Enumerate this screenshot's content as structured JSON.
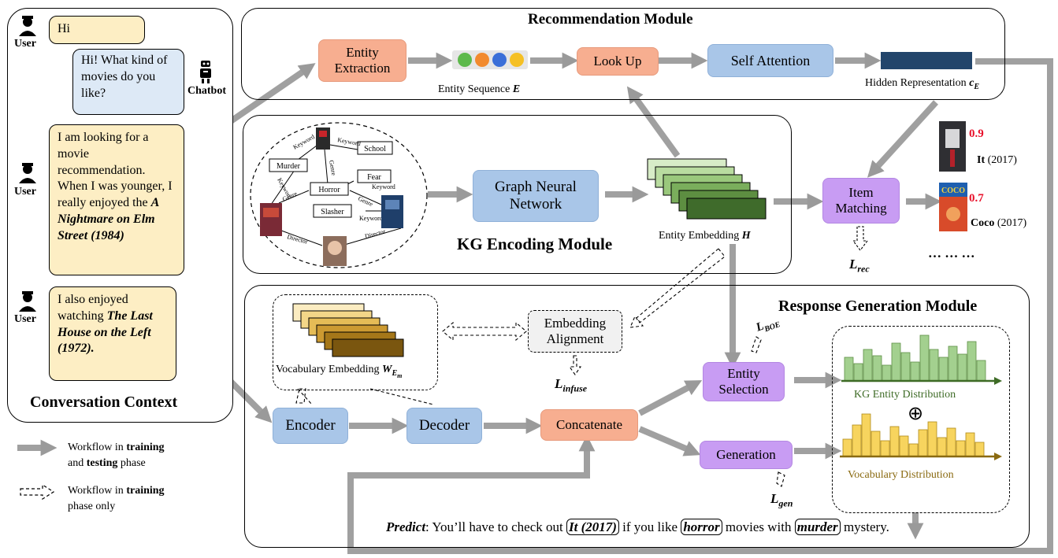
{
  "conversation": {
    "title": "Conversation Context",
    "user_label": "User",
    "chatbot_label": "Chatbot",
    "msg1": "Hi",
    "msg2": "Hi! What kind of movies do you like?",
    "msg3_plain": "I am looking for a movie recommendation. When I was younger, I really enjoyed the ",
    "msg3_bold": "A Nightmare on Elm Street (1984)",
    "msg4_plain": "I also enjoyed watching ",
    "msg4_bold": "The Last House on the Left (1972)."
  },
  "legend": {
    "solid_a": "Workflow in ",
    "solid_b": "training",
    "solid_c": "and ",
    "solid_d": "testing",
    "solid_e": " phase",
    "dashed_a": "Workflow in ",
    "dashed_b": "training",
    "dashed_c": "phase only"
  },
  "recommendation": {
    "title": "Recommendation Module",
    "entity_extraction": "Entity Extraction",
    "look_up": "Look Up",
    "self_attention": "Self Attention",
    "entity_sequence": "Entity Sequence ",
    "entity_sequence_sym": "E",
    "hidden_rep": "Hidden Representation ",
    "hidden_rep_sym": "c",
    "hidden_rep_sub": "E"
  },
  "kg": {
    "title": "KG Encoding Module",
    "gnn": "Graph Neural Network",
    "embedding_label": "Entity Embedding ",
    "embedding_sym": "H",
    "nodes": [
      "Murder",
      "School",
      "Horror",
      "Fear",
      "Slasher"
    ],
    "edges": [
      "Keyword",
      "Keyword",
      "Genre",
      "Keyword",
      "Genre",
      "Genre",
      "Keyword",
      "Keyword",
      "Director",
      "Director"
    ]
  },
  "matching": {
    "item_matching": "Item Matching",
    "l_rec": "L",
    "l_rec_sub": "rec",
    "score1": "0.9",
    "movie1_name": "It",
    "movie1_year": " (2017)",
    "score2": "0.7",
    "movie2_name": "Coco",
    "movie2_year": " (2017)",
    "more": "… … …"
  },
  "response": {
    "title": "Response Generation Module",
    "vocab_embedding": "Vocabulary Embedding ",
    "vocab_sym": "W",
    "vocab_sub": "E",
    "vocab_subsub": "m",
    "embedding_alignment": "Embedding Alignment",
    "l_infuse": "L",
    "l_infuse_sub": "infuse",
    "encoder": "Encoder",
    "decoder": "Decoder",
    "concatenate": "Concatenate",
    "entity_selection": "Entity Selection",
    "generation": "Generation",
    "l_boe": "L",
    "l_boe_sub": "BOE",
    "l_gen": "L",
    "l_gen_sub": "gen",
    "kg_dist": "KG Entity Distribution",
    "vocab_dist": "Vocabulary Distribution",
    "oplus": "⊕",
    "predict_label": "Predict",
    "predict_1": ": You’ll have to check out ",
    "predict_it": "It (2017)",
    "predict_2": " if you like ",
    "predict_horror": "horror",
    "predict_3": " movies with ",
    "predict_murder": "murder",
    "predict_4": " mystery."
  },
  "colors": {
    "orange": "#f7ae90",
    "blue": "#a9c6e8",
    "purple": "#c89cf3",
    "kg_bar": "#a3d08f",
    "vocab_bar": "#f7d45e",
    "score_red": "#e8102a"
  }
}
